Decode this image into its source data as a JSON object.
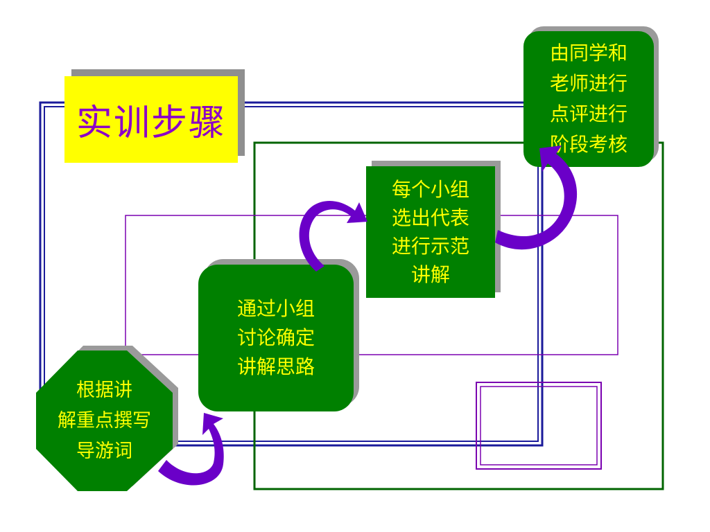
{
  "title": "实训步骤",
  "colors": {
    "step_fill": "#008000",
    "step_text": "#ffff00",
    "title_fill": "#ffff00",
    "title_text": "#8b00c8",
    "arrow": "#6a00c8",
    "frame_blue": "#1a1a9a",
    "frame_green": "#006400",
    "frame_purple": "#7a00b0"
  },
  "steps": [
    {
      "text": "根据讲\n解重点撰写\n导游词",
      "shape": "octagon"
    },
    {
      "text": "通过小组\n讨论确定\n讲解思路",
      "shape": "rounded-rectangle"
    },
    {
      "text": "每个小组\n选出代表\n进行示范\n讲解",
      "shape": "rectangle"
    },
    {
      "text": "由同学和\n老师进行\n点评进行\n阶段考核",
      "shape": "rounded-rectangle"
    }
  ],
  "connectors": [
    {
      "from": 1,
      "to": 2,
      "icon": "curved-arrow-icon"
    },
    {
      "from": 2,
      "to": 3,
      "icon": "curved-arrow-icon"
    },
    {
      "from": 3,
      "to": 4,
      "icon": "curved-arrow-icon"
    }
  ]
}
